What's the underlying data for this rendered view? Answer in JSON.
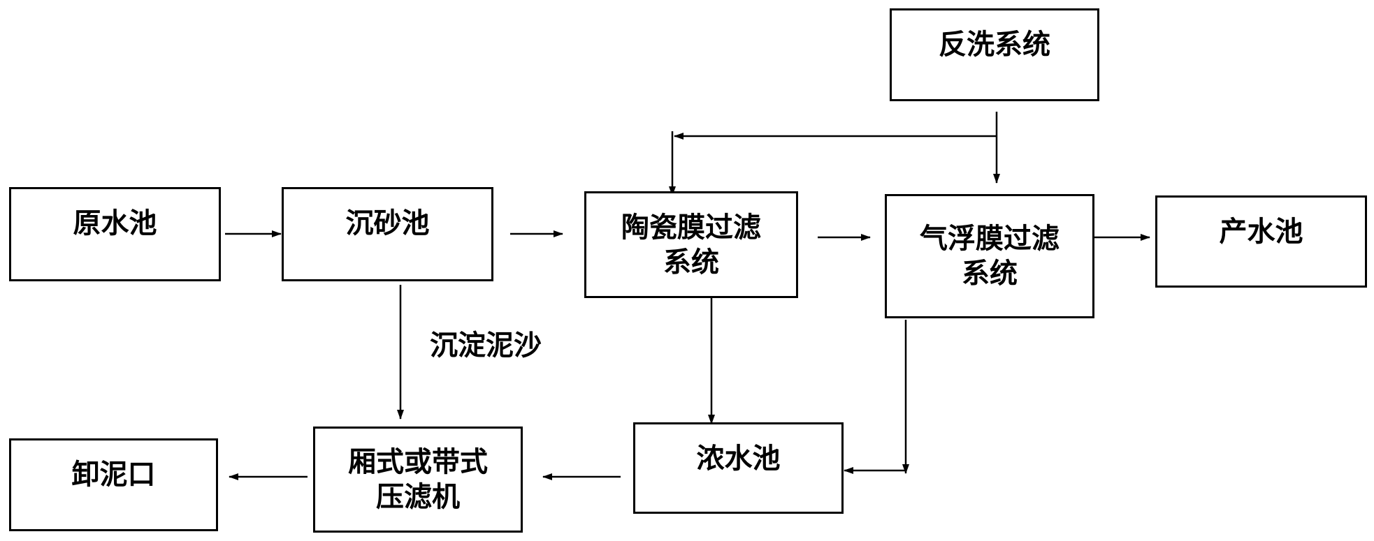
{
  "nodes": {
    "raw_water_tank": "原水池",
    "grit_chamber": "沉砂池",
    "ceramic_membrane": [
      "陶瓷膜过滤",
      "系统"
    ],
    "air_float_membrane": [
      "气浮膜过滤",
      "系统"
    ],
    "product_water_tank": "产水池",
    "backwash_system": "反洗系统",
    "concentrate_tank": "浓水池",
    "filter_press": [
      "厢式或带式",
      "压滤机"
    ],
    "sludge_outlet": "卸泥口"
  },
  "edge_labels": {
    "settled_sludge": "沉淀泥沙"
  },
  "colors": {
    "stroke": "#000000",
    "background": "#ffffff"
  }
}
